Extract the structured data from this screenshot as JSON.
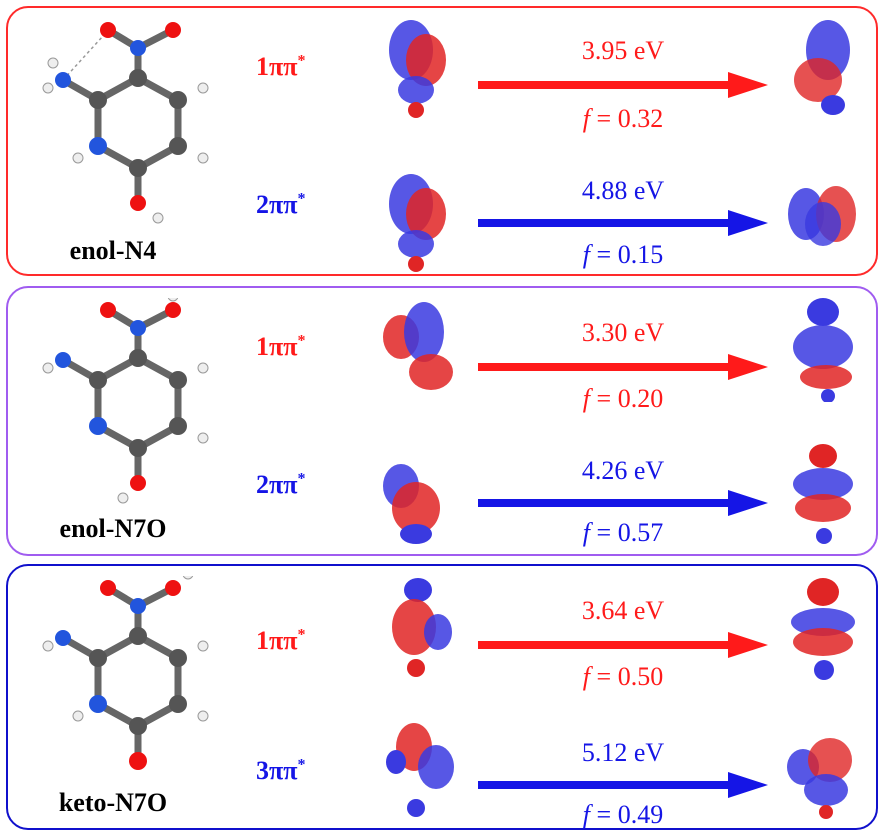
{
  "colors": {
    "red": "#ff1a1a",
    "blue": "#1515e6",
    "panel1_border": "#ff2a2a",
    "panel2_border": "#a05cf0",
    "panel3_border": "#1010cc"
  },
  "panels": [
    {
      "molecule": "enol-N4",
      "transitions": [
        {
          "state": "1ππ",
          "star": "*",
          "energy": "3.95 eV",
          "f_label": "f",
          "f_value": "= 0.32",
          "color": "red"
        },
        {
          "state": "2ππ",
          "star": "*",
          "energy": "4.88 eV",
          "f_label": "f",
          "f_value": "= 0.15",
          "color": "blue"
        }
      ]
    },
    {
      "molecule": "enol-N7O",
      "transitions": [
        {
          "state": "1ππ",
          "star": "*",
          "energy": "3.30 eV",
          "f_label": "f",
          "f_value": "= 0.20",
          "color": "red"
        },
        {
          "state": "2ππ",
          "star": "*",
          "energy": "4.26 eV",
          "f_label": "f",
          "f_value": "= 0.57",
          "color": "blue"
        }
      ]
    },
    {
      "molecule": "keto-N7O",
      "transitions": [
        {
          "state": "1ππ",
          "star": "*",
          "energy": "3.64 eV",
          "f_label": "f",
          "f_value": "= 0.50",
          "color": "red"
        },
        {
          "state": "3ππ",
          "star": "*",
          "energy": "5.12 eV",
          "f_label": "f",
          "f_value": "= 0.49",
          "color": "blue"
        }
      ]
    }
  ]
}
